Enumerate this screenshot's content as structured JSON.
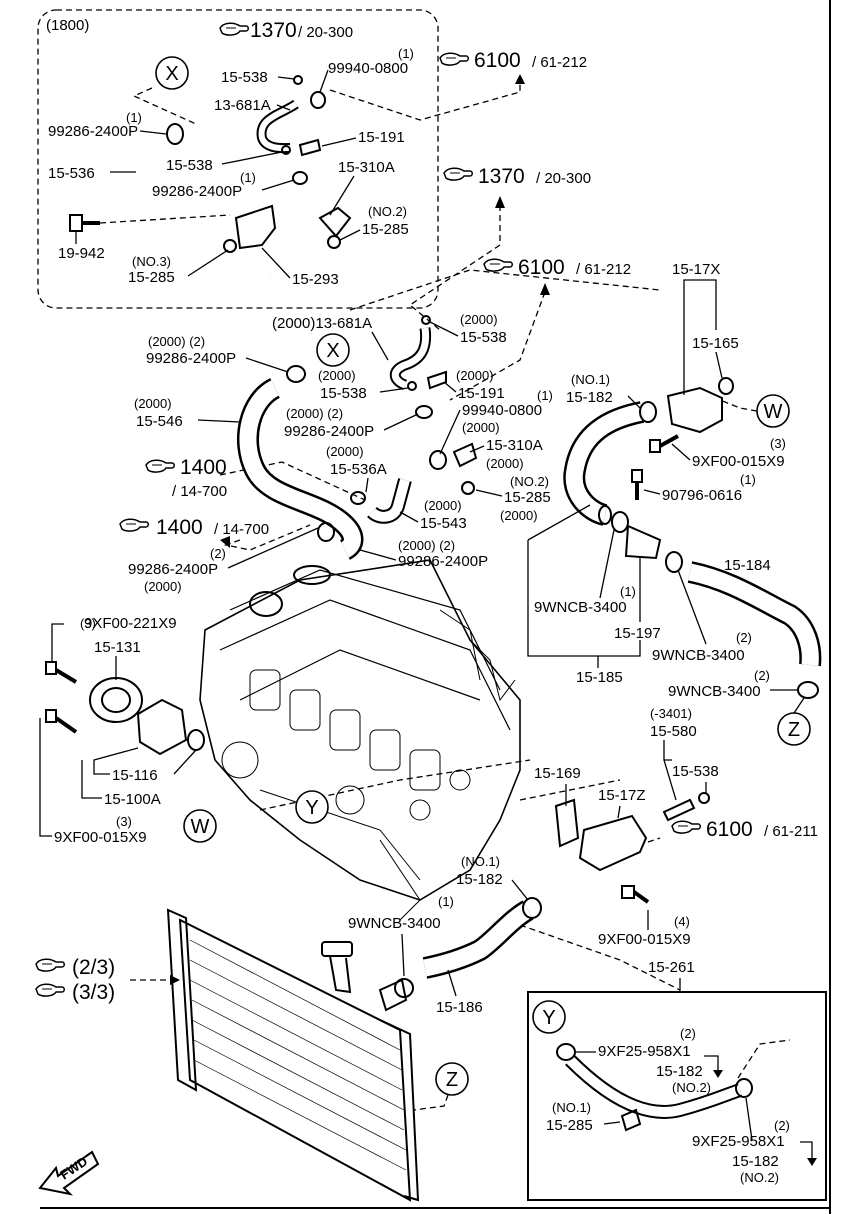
{
  "page": {
    "title": "",
    "top_right_number": ""
  },
  "callouts": {
    "X": "X",
    "W": "W",
    "Y": "Y",
    "Z": "Z"
  },
  "inset1": {
    "label": "(1800)",
    "labels": {
      "ref1370": "1370",
      "ref1370_sub": "20-300",
      "ref6100": "6100",
      "ref6100_sub": "61-212",
      "p15538a": "15-538",
      "p13681A": "13-681A",
      "p99940": "99940-0800",
      "p99940_qty": "(1)",
      "p99286": "99286-2400P",
      "p99286_qty": "(1)",
      "p15536": "15-536",
      "p15538b": "15-538",
      "p15191": "15-191",
      "p99286b": "99286-2400P",
      "p99286b_qty": "(1)",
      "p15310A": "15-310A",
      "p19942": "19-942",
      "no2": "(NO.2)",
      "p15285a": "15-285",
      "no3": "(NO.3)",
      "p15285b": "15-285",
      "p15293": "15-293"
    }
  },
  "main": {
    "ref1370": "1370",
    "ref1370_sub": "20-300",
    "ref6100": "6100",
    "ref6100_sub": "61-212",
    "p2000_13681A": "(2000)13-681A",
    "p2000_15538_tag": "(2000)",
    "p15538": "15-538",
    "p99286_tag": "(2000) (2)",
    "p99286": "99286-2400P",
    "p2000_15538b_tag": "(2000)",
    "p15538b": "15-538",
    "p2000_15191_tag": "(2000)",
    "p15191": "15-191",
    "p15546_tag": "(2000)",
    "p15546": "15-546",
    "p99286b_tag": "(2000) (2)",
    "p99286b": "99286-2400P",
    "p99940_qty": "(1)",
    "p99940": "99940-0800",
    "p99940_tag": "(2000)",
    "p15310A": "15-310A",
    "p15310A_tag": "(2000)",
    "p15536A_tag": "(2000)",
    "p15536A": "15-536A",
    "p15285_no": "(NO.2)",
    "p15285": "15-285",
    "p15285_tag": "(2000)",
    "p15543_tag": "(2000)",
    "p15543": "15-543",
    "ref1400a": "1400",
    "ref1400a_sub": "/ 14-700",
    "ref1400b": "1400",
    "ref1400b_sub": "/ 14-700",
    "p99286c_qty": "(2)",
    "p99286c": "99286-2400P",
    "p99286c_tag": "(2000)",
    "p99286d_tag": "(2000) (2)",
    "p99286d": "99286-2400P",
    "p1517X": "15-17X",
    "p15165": "15-165",
    "p15182_no": "(NO.1)",
    "p15182": "15-182",
    "p9XF00_qty": "(3)",
    "p9XF00": "9XF00-015X9",
    "p90796_qty": "(1)",
    "p90796": "90796-0616",
    "p15184": "15-184",
    "p9WNCB_qty": "(1)",
    "p9WNCB": "9WNCB-3400",
    "p15197": "15-197",
    "p9WNCB2_qty": "(2)",
    "p9WNCB2": "9WNCB-3400",
    "p9WNCB3_qty": "(2)",
    "p9WNCB3": "9WNCB-3400",
    "p15185": "15-185",
    "p9XF00_221_qty": "(3)",
    "p9XF00_221": "9XF00-221X9",
    "p15131": "15-131",
    "p15116": "15-116",
    "p15100A": "15-100A",
    "p9XF00b_qty": "(3)",
    "p9XF00b": "9XF00-015X9",
    "p3401": "(-3401)",
    "p15580": "15-580",
    "p15538c": "15-538",
    "p15169": "15-169",
    "p1517Z": "15-17Z",
    "ref6100b": "6100",
    "ref6100b_sub": "/ 61-211",
    "p15182b_no": "(NO.1)",
    "p15182b": "15-182",
    "p9WNCB4_qty": "(1)",
    "p9WNCB4": "9WNCB-3400",
    "p9XF00c_qty": "(4)",
    "p9XF00c": "9XF00-015X9",
    "p15186": "15-186",
    "ref23": "(2/3)",
    "ref33": "(3/3)",
    "p15261": "15-261"
  },
  "inset2": {
    "p9XF25_qty": "(2)",
    "p9XF25": "9XF25-958X1",
    "p15182": "15-182",
    "no2": "(NO.2)",
    "no1": "(NO.1)",
    "p15285": "15-285",
    "p9XF25b_qty": "(2)",
    "p9XF25b": "9XF25-958X1",
    "p15182b": "15-182",
    "no2b": "(NO.2)"
  },
  "fwd": "FWD"
}
